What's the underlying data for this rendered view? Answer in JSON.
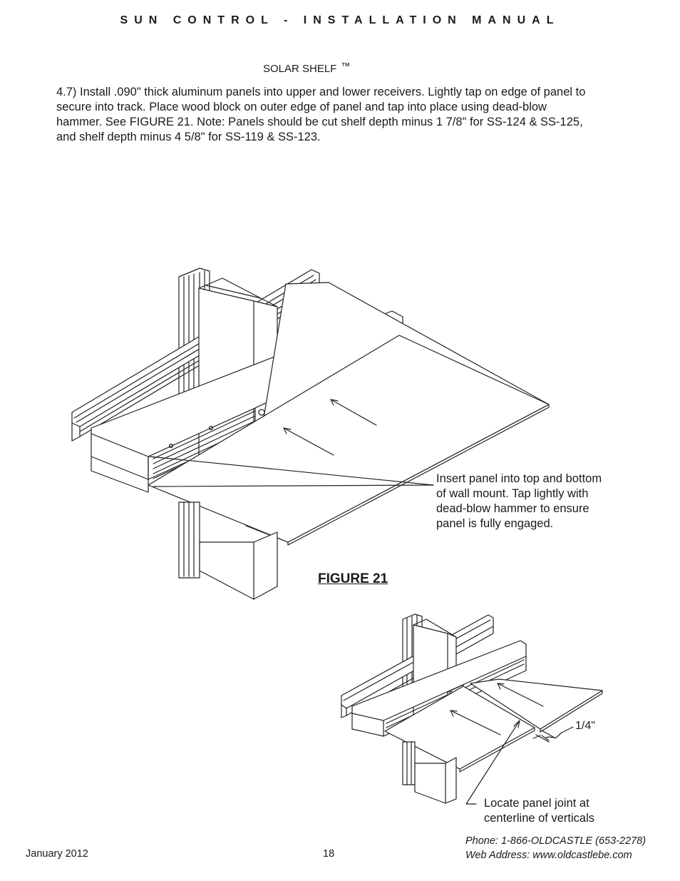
{
  "header": {
    "title": "SUN CONTROL - INSTALLATION MANUAL"
  },
  "section": {
    "title": "SOLAR SHELF",
    "trademark": "™"
  },
  "instructions": [
    "4.7) Install .090\" thick aluminum panels into upper and lower receivers. Lightly tap on edge of panel to",
    "secure into track. Place wood block on outer edge of panel and tap into place using dead-blow",
    "hammer. See FIGURE 21. Note: Panels should be cut shelf depth minus 1 7/8\" for SS-124 & SS-125,",
    "and shelf depth minus 4 5/8\" for SS-119 & SS-123."
  ],
  "figure": {
    "label": "FIGURE 21",
    "callout_main": [
      "Insert panel into top and bottom",
      "of wall mount. Tap lightly with",
      "dead-blow hammer to ensure",
      "panel is fully engaged."
    ],
    "callout_detail": [
      "Locate panel joint at",
      "centerline of verticals"
    ],
    "dimension": "1/4\""
  },
  "footer": {
    "date": "January 2012",
    "page_number": "18",
    "phone": "Phone: 1-866-OLDCASTLE (653-2278)",
    "web": "Web Address: www.oldcastlebe.com"
  }
}
